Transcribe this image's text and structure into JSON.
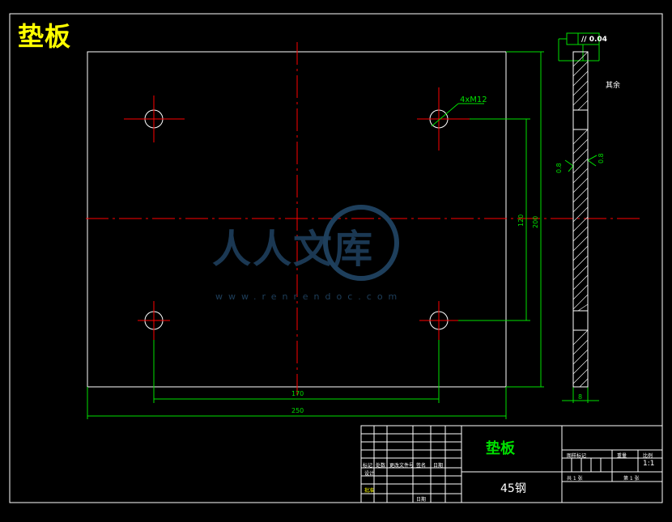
{
  "drawing": {
    "title": "垫板",
    "hole_callout": "4xM12",
    "roughness_note": "其余",
    "flatness_tolerance": "// 0.04",
    "dimensions": {
      "hole_spacing_x": "170",
      "overall_width": "250",
      "hole_spacing_y": "120",
      "overall_height": "200",
      "thickness": "8",
      "roughness_left": "0.8",
      "roughness_right": "0.8"
    }
  },
  "title_block": {
    "part_name": "垫板",
    "material": "45钢",
    "scale": "1:1",
    "headers": [
      "标记",
      "处数",
      "更改文件号",
      "签名",
      "日期"
    ],
    "row_design": "设计",
    "row_approve": "批准",
    "row_date": "日期",
    "col_stage": "图样标记",
    "col_weight": "重量",
    "col_ratio": "比例",
    "sheet_total": "共 1 张",
    "sheet_num": "第 1 张"
  },
  "watermark": {
    "text": "人人文库",
    "url": "www.renrendoc.com"
  },
  "colors": {
    "background": "#000000",
    "outline": "#ffffff",
    "centerline": "#ff0000",
    "dimension": "#00e000",
    "title": "#ffff00"
  }
}
